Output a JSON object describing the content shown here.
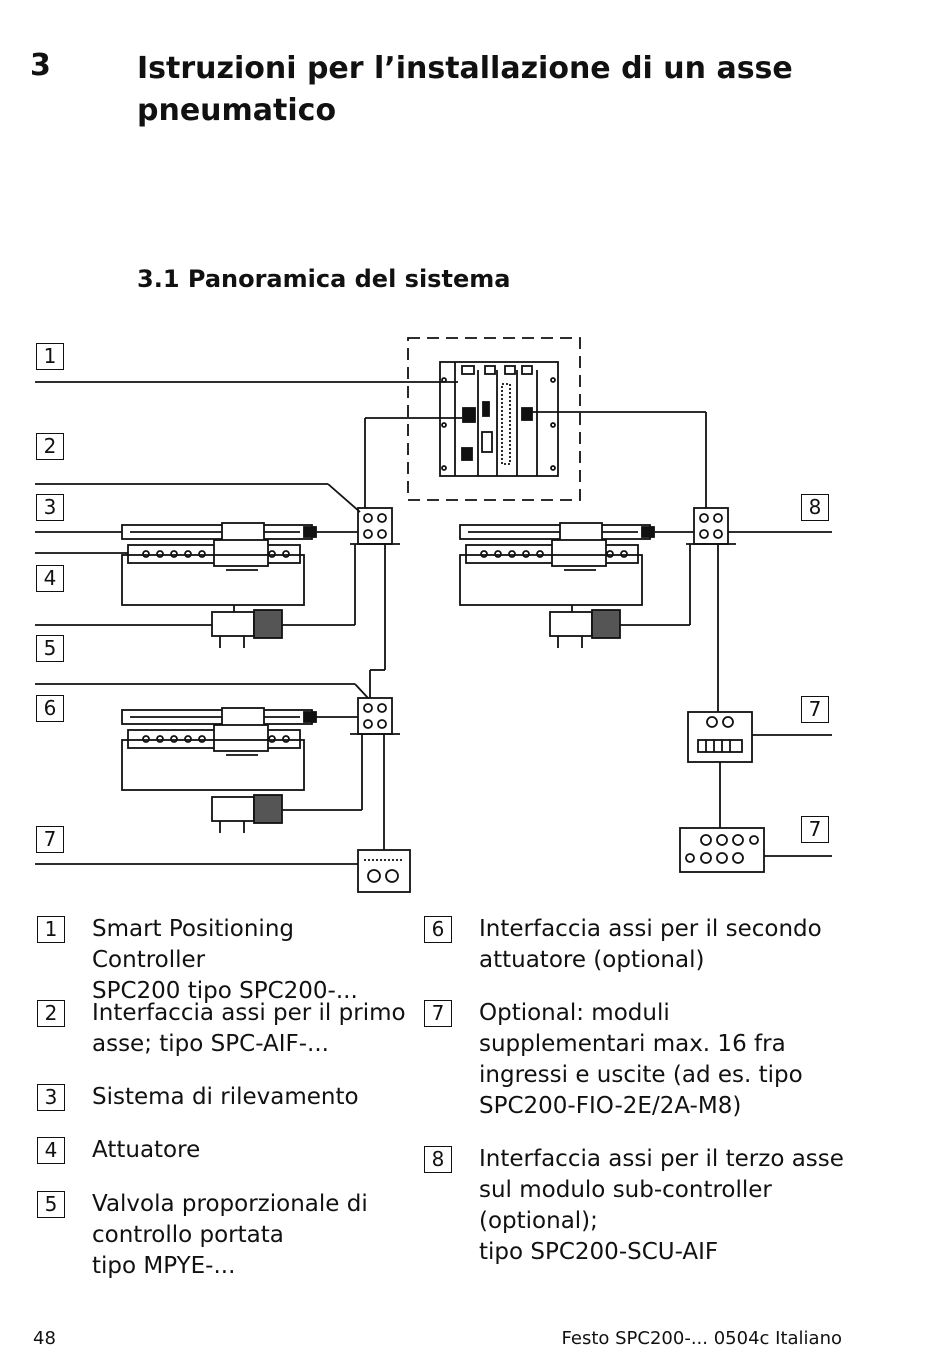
{
  "chapter": {
    "number": "3",
    "title": "Istruzioni per l’installazione di un asse pneumatico"
  },
  "section": {
    "title": "3.1 Panoramica del sistema"
  },
  "diagram": {
    "callouts": [
      "1",
      "2",
      "3",
      "4",
      "5",
      "6",
      "7",
      "8",
      "7",
      "7"
    ]
  },
  "legend": {
    "items": [
      {
        "number": "1",
        "text": "Smart Positioning Controller\nSPC200 tipo SPC200-..."
      },
      {
        "number": "2",
        "text": "Interfaccia assi per il primo\nasse; tipo SPC-AIF-..."
      },
      {
        "number": "3",
        "text": "Sistema di rilevamento"
      },
      {
        "number": "4",
        "text": "Attuatore"
      },
      {
        "number": "5",
        "text": "Valvola proporzionale di\ncontrollo portata\ntipo MPYE-..."
      },
      {
        "number": "6",
        "text": "Interfaccia assi per il secondo\nattuatore (optional)"
      },
      {
        "number": "7",
        "text": "Optional: moduli\nsupplementari max. 16 fra\ningressi e uscite (ad es. tipo\nSPC200-FIO-2E/2A-M8)"
      },
      {
        "number": "8",
        "text": "Interfaccia assi per il terzo asse\nsul modulo sub-controller\n(optional);\ntipo SPC200-SCU-AIF"
      }
    ]
  },
  "footer": {
    "page_number": "48",
    "doc_ref": "Festo SPC200-... 0504c Italiano"
  }
}
